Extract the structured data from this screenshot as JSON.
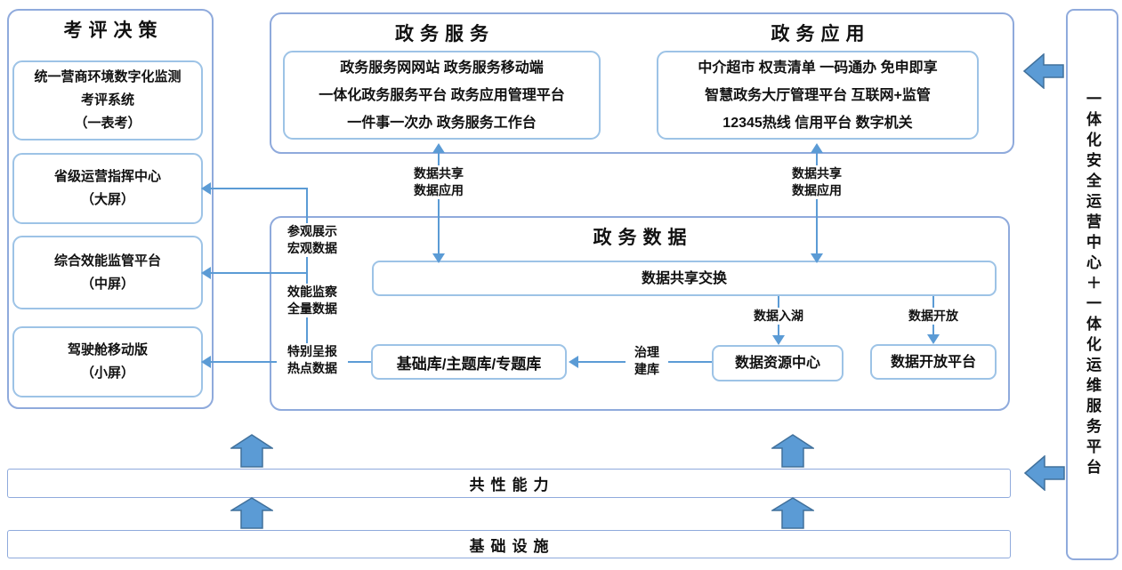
{
  "left_panel": {
    "title": "考评决策",
    "boxes": [
      {
        "line1": "统一营商环境数字化监测",
        "line2": "考评系统",
        "line3": "（一表考）"
      },
      {
        "line1": "省级运营指挥中心",
        "line2": "（大屏）"
      },
      {
        "line1": "综合效能监管平台",
        "line2": "（中屏）"
      },
      {
        "line1": "驾驶舱移动版",
        "line2": "（小屏）"
      }
    ]
  },
  "top_panel": {
    "service_title": "政务服务",
    "service_lines": {
      "l1": "政务服务网网站 政务服务移动端",
      "l2": "一体化政务服务平台 政务应用管理平台",
      "l3": "一件事一次办 政务服务工作台"
    },
    "application_title": "政务应用",
    "application_lines": {
      "l1": "中介超市 权责清单 一码通办 免申即享",
      "l2": "智慧政务大厅管理平台 互联网+监管",
      "l3": "12345热线 信用平台 数字机关"
    }
  },
  "data_panel": {
    "title": "政务数据",
    "exchange": "数据共享交换",
    "base_db": "基础库/主题库/专题库",
    "resource": "数据资源中心",
    "open_platform": "数据开放平台"
  },
  "flows": {
    "share_left": {
      "l1": "数据共享",
      "l2": "数据应用"
    },
    "share_right": {
      "l1": "数据共享",
      "l2": "数据应用"
    },
    "lake": "数据入湖",
    "open": "数据开放",
    "govern": {
      "l1": "治理",
      "l2": "建库"
    },
    "spine1": {
      "l1": "参观展示",
      "l2": "宏观数据"
    },
    "spine2": {
      "l1": "效能监察",
      "l2": "全量数据"
    },
    "spine3": {
      "l1": "特别呈报",
      "l2": "热点数据"
    }
  },
  "bottom": {
    "capability": "共性能力",
    "infrastructure": "基础设施"
  },
  "right_panel": {
    "text": "一体化安全运营中心＋一体化运维服务平台"
  },
  "colors": {
    "line": "#5B9BD5",
    "panel_border": "#8FAADC",
    "inner_border": "#9DC3E6",
    "fat_fill": "#5B9BD5",
    "fat_stroke": "#41719C"
  }
}
